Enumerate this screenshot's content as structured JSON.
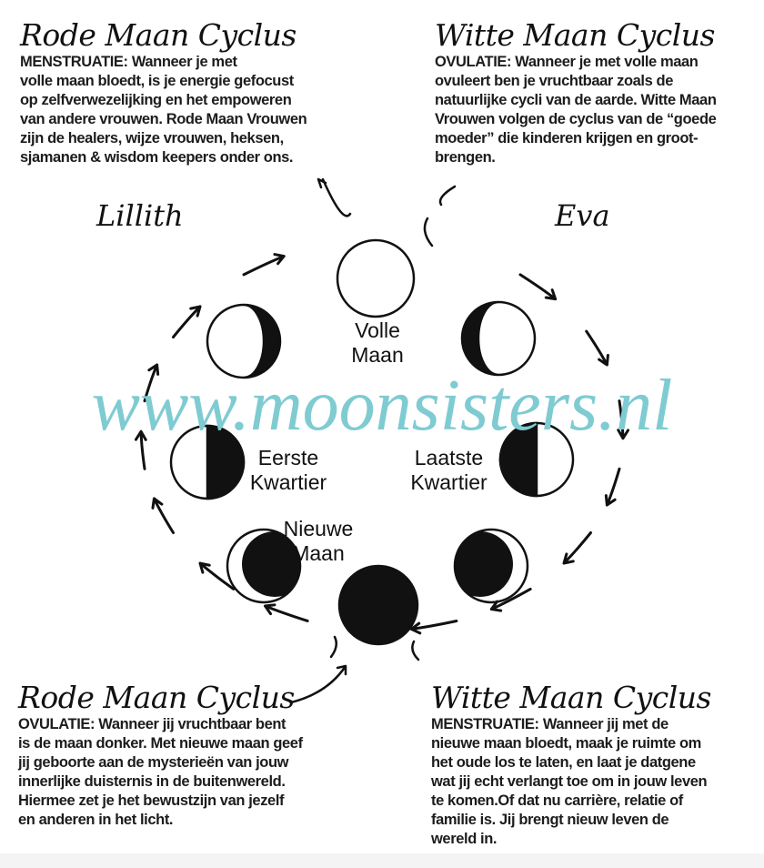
{
  "blocks": {
    "top_left": {
      "title": "Rode Maan Cyclus",
      "body": "MENSTRUATIE: Wanneer je met\nvolle maan bloedt, is je energie gefocust\nop zelfverwezelijking en het empoweren\nvan andere vrouwen. Rode Maan Vrouwen\nzijn de healers, wijze vrouwen, heksen,\nsjamanen & wisdom keepers onder ons."
    },
    "top_right": {
      "title": "Witte Maan Cyclus",
      "body": "OVULATIE: Wanneer je met volle maan\novuleert ben je vruchtbaar zoals de\nnatuurlijke cycli van de aarde. Witte Maan\nVrouwen volgen de cyclus van de “goede\nmoeder” die kinderen krijgen en  groot-\nbrengen."
    },
    "bottom_left": {
      "title": "Rode Maan Cyclus",
      "body": "OVULATIE: Wanneer jij vruchtbaar bent\nis de maan donker. Met nieuwe maan geef\njij geboorte aan de mysterieën van jouw\ninnerlijke duisternis in de buitenwereld.\nHiermee zet je het bewustzijn van jezelf\nen anderen in het licht."
    },
    "bottom_right": {
      "title": "Witte Maan Cyclus",
      "body": "MENSTRUATIE: Wanneer jij met de\nnieuwe maan bloedt, maak je ruimte om\nhet oude los te laten, en laat je datgene\nwat jij echt verlangt toe om in jouw leven\nte komen.Of dat nu carrière, relatie of\nfamilie is. Jij brengt nieuw leven de\nwereld in."
    }
  },
  "names": {
    "left": "Lillith",
    "right": "Eva"
  },
  "phases": {
    "full": "Volle\nMaan",
    "first_quarter": "Eerste\nKwartier",
    "last_quarter": "Laatste\nKwartier",
    "new": "Nieuwe\nMaan"
  },
  "watermark": "www.moonsisters.nl",
  "colors": {
    "ink": "#111111",
    "watermark": "#7fcbd2"
  }
}
